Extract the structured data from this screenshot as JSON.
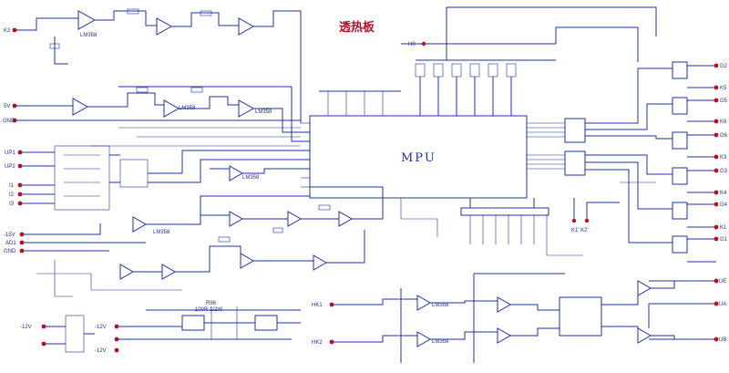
{
  "title": "透热板",
  "mpu_label": "MPU",
  "colors": {
    "wire": "#1f2fa8",
    "terminal": "#b0122a"
  },
  "left_terminals": [
    {
      "id": "t-k2",
      "label": "K2"
    },
    {
      "id": "t-5v",
      "label": "5V"
    },
    {
      "id": "t-gnd1",
      "label": "GND"
    },
    {
      "id": "t-up1",
      "label": "UP1"
    },
    {
      "id": "t-up2",
      "label": "UP2"
    },
    {
      "id": "t-i1",
      "label": "I1"
    },
    {
      "id": "t-i2",
      "label": "I2"
    },
    {
      "id": "t-i3",
      "label": "I3"
    },
    {
      "id": "t-n15v",
      "label": "-15V"
    },
    {
      "id": "t-ad1",
      "label": "AD1"
    },
    {
      "id": "t-gnd2",
      "label": "GND"
    }
  ],
  "power_terminals": [
    {
      "id": "p1",
      "label": "-12V"
    },
    {
      "id": "p2",
      "label": "-12V"
    },
    {
      "id": "p3",
      "label": "-12V"
    }
  ],
  "right_terminals": [
    {
      "id": "r-g2",
      "label": "G2"
    },
    {
      "id": "r-k5",
      "label": "K5"
    },
    {
      "id": "r-g5",
      "label": "G5"
    },
    {
      "id": "r-k6",
      "label": "K6"
    },
    {
      "id": "r-g6",
      "label": "G6"
    },
    {
      "id": "r-k3",
      "label": "K3"
    },
    {
      "id": "r-g3",
      "label": "G3"
    },
    {
      "id": "r-k4",
      "label": "K4"
    },
    {
      "id": "r-g4",
      "label": "G4"
    },
    {
      "id": "r-k1",
      "label": "K1"
    },
    {
      "id": "r-g1",
      "label": "G1"
    },
    {
      "id": "r-ue",
      "label": "UE"
    },
    {
      "id": "r-ua",
      "label": "UA"
    },
    {
      "id": "r-ub",
      "label": "UB"
    }
  ],
  "bottom_labels": {
    "hk1": "HK1",
    "hk2": "HK2",
    "k1k2": "K1' K2'",
    "h0": "H0",
    "r96": "R96",
    "r96_value": "100R 1/2W"
  },
  "opamp_tag": "LM358"
}
